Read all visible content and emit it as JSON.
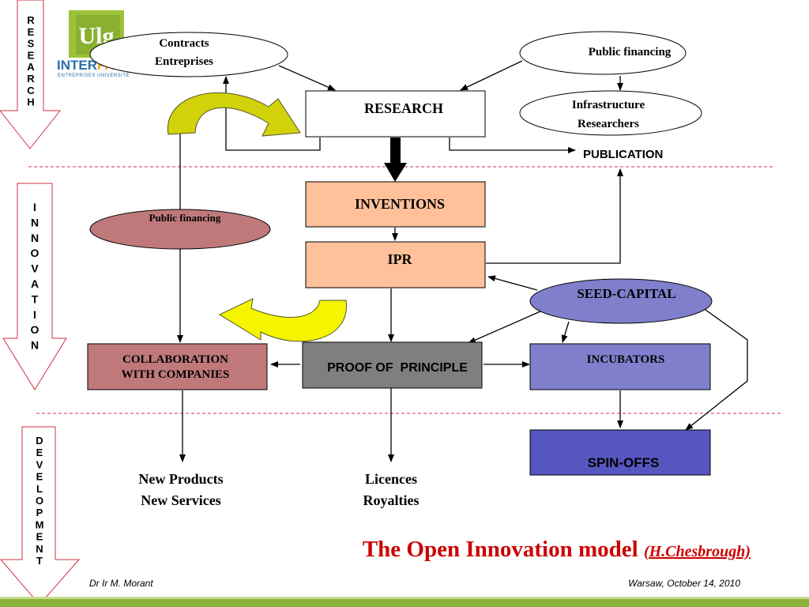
{
  "logo": {
    "mark": "Ulg",
    "name_a": "INTER",
    "name_b": "FACE",
    "tagline": "ENTREPRISES UNIVERSITÉ"
  },
  "stages": {
    "research": [
      "R",
      "E",
      "S",
      "E",
      "A",
      "R",
      "C",
      "H"
    ],
    "innovation": [
      "I",
      "N",
      "N",
      "O",
      "V",
      "A",
      "T",
      "I",
      "O",
      "N"
    ],
    "development": [
      "D",
      "E",
      "V",
      "E",
      "L",
      "O",
      "P",
      "M",
      "E",
      "N",
      "T"
    ]
  },
  "nodes": {
    "contracts_line1": "Contracts",
    "contracts_line2": "Entreprises",
    "public_financing_top": "Public financing",
    "research": "RESEARCH",
    "infra_line1": "Infrastructure",
    "infra_line2": "Researchers",
    "publication": "PUBLICATION",
    "inventions": "INVENTIONS",
    "ipr": "IPR",
    "public_financing_left": "Public financing",
    "seed_capital": "SEED-CAPITAL",
    "collab_line1": "COLLABORATION",
    "collab_line2": "WITH COMPANIES",
    "proof_of_principle": "PROOF OF  PRINCIPLE",
    "incubators": "INCUBATORS",
    "spin_offs": "SPIN-OFFS",
    "new_products": "New Products",
    "new_services": "New Services",
    "licences": "Licences",
    "royalties": "Royalties"
  },
  "title": {
    "main": "The Open Innovation model ",
    "attribution": "(H.Chesbrough)"
  },
  "footer": {
    "author": "Dr Ir M. Morant",
    "place_date": "Warsaw, October 14, 2010"
  },
  "colors": {
    "title_red": "#cc0000",
    "salmon": "#ffc09a",
    "rose": "#c0797b",
    "gray": "#7f7f7f",
    "lavender": "#7f7fcc",
    "violet": "#5656c0",
    "olive": "#d2d20a",
    "footer_green": "#8bb33a"
  }
}
